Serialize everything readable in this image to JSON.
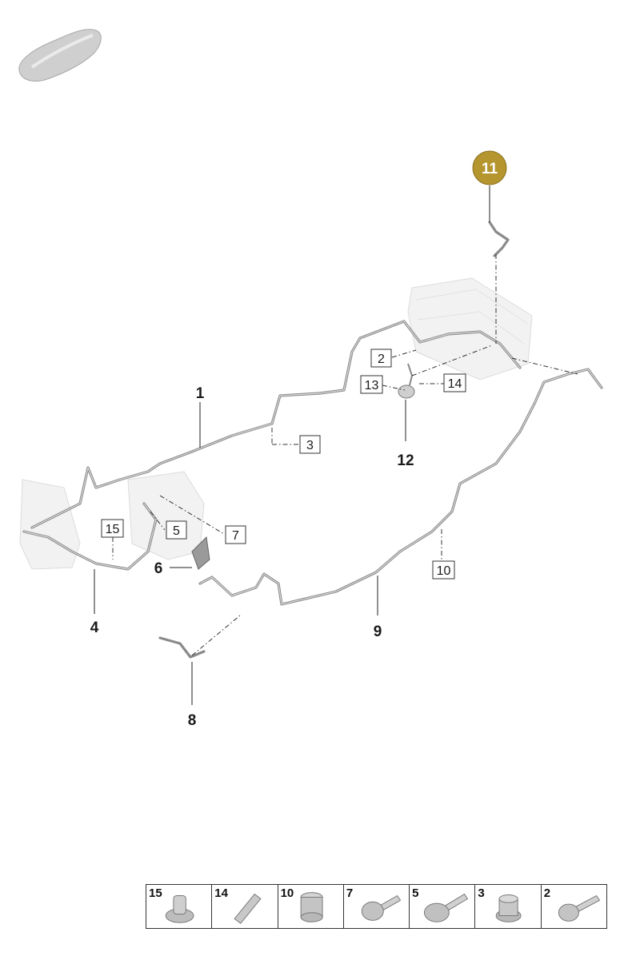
{
  "callouts": {
    "c1": "1",
    "c2": "2",
    "c3": "3",
    "c4": "4",
    "c5": "5",
    "c6": "6",
    "c7": "7",
    "c8": "8",
    "c9": "9",
    "c10": "10",
    "c11": "11",
    "c12": "12",
    "c13": "13",
    "c14": "14",
    "c15": "15"
  },
  "highlight": {
    "callout": "11",
    "color": "#b5952e"
  },
  "parts_table": [
    {
      "label": "15",
      "icon": "clip-icon"
    },
    {
      "label": "14",
      "icon": "cable-tie-icon"
    },
    {
      "label": "10",
      "icon": "nut-icon"
    },
    {
      "label": "7",
      "icon": "flange-bolt-icon"
    },
    {
      "label": "5",
      "icon": "hex-bolt-icon"
    },
    {
      "label": "3",
      "icon": "flange-nut-icon"
    },
    {
      "label": "2",
      "icon": "torx-bolt-icon"
    }
  ]
}
